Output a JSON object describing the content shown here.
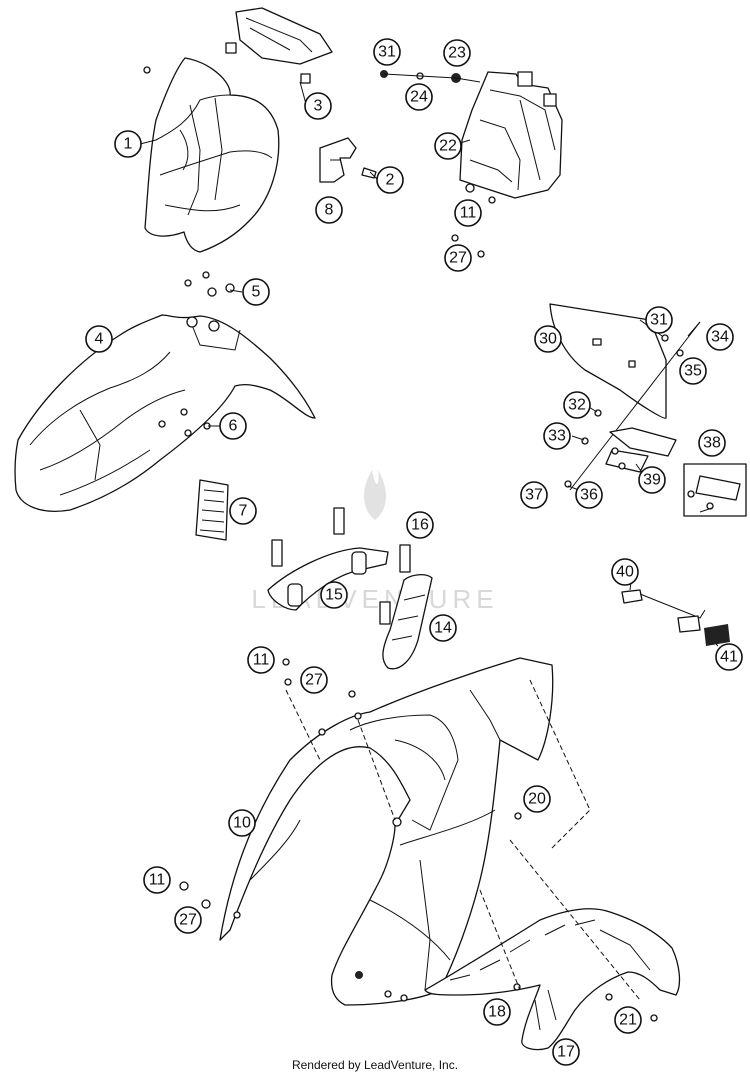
{
  "diagram": {
    "watermark_text": "LEADVENTURE",
    "footer_text": "Rendered by LeadVenture, Inc.",
    "callouts": [
      "1",
      "2",
      "3",
      "4",
      "5",
      "6",
      "7",
      "8",
      "10",
      "11",
      "11",
      "11",
      "14",
      "15",
      "16",
      "17",
      "18",
      "20",
      "21",
      "22",
      "23",
      "24",
      "27",
      "27",
      "27",
      "30",
      "31",
      "31",
      "32",
      "33",
      "34",
      "35",
      "36",
      "37",
      "38",
      "39",
      "40",
      "41"
    ]
  }
}
